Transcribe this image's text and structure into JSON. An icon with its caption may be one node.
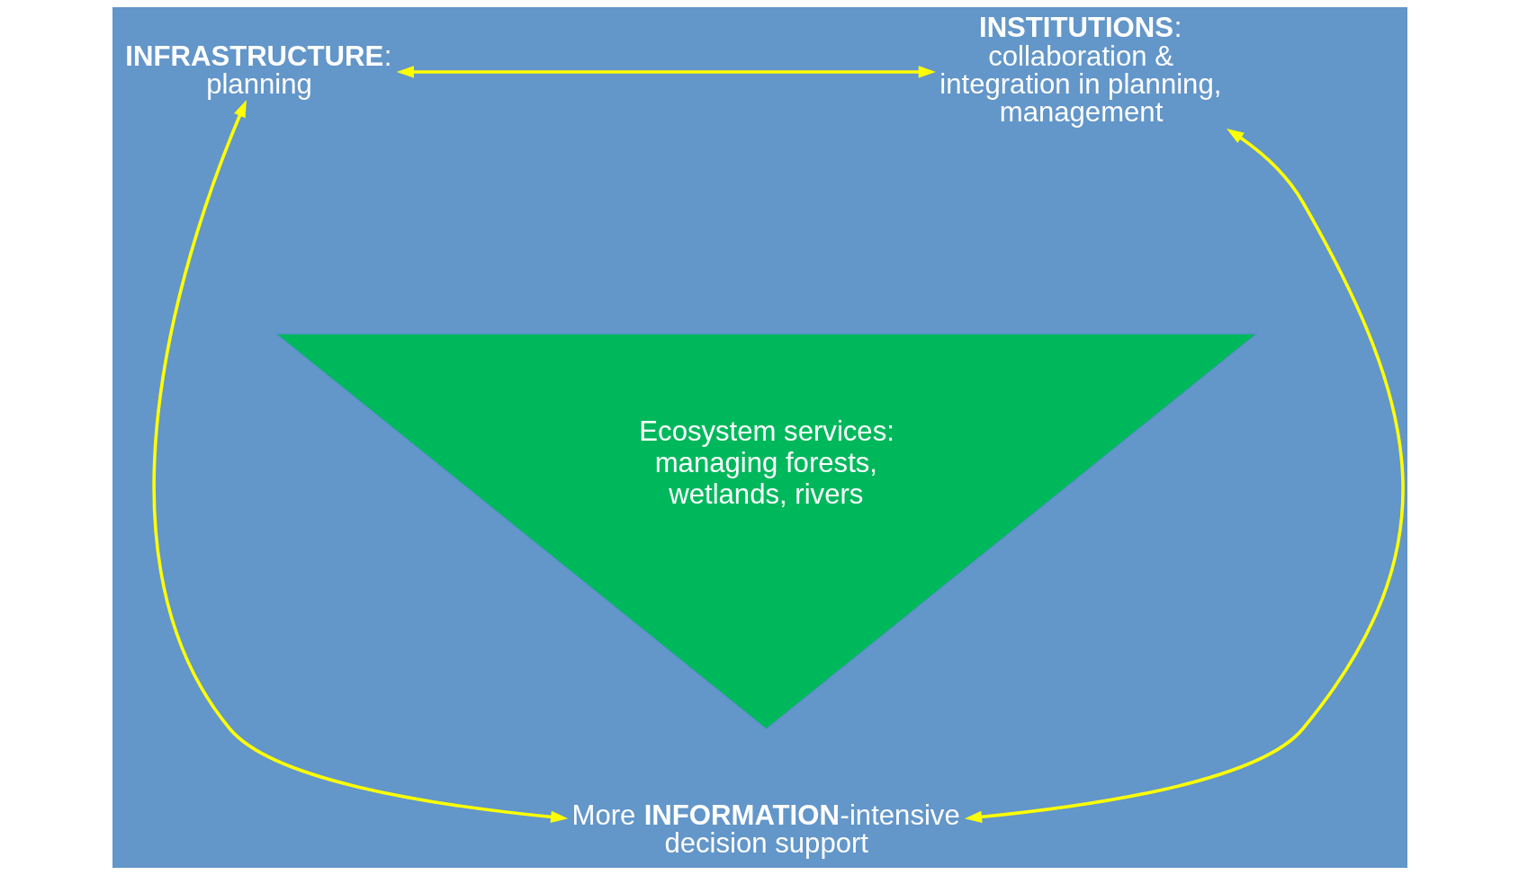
{
  "diagram": {
    "nodes": [
      {
        "text": [
          "**INFRASTRUCTURE**: planning"
        ]
      },
      {
        "text": [
          "**INSTITUTIONS**: collaboration & integration in planning, management"
        ]
      },
      {
        "text": [
          "Ecosystem services: managing forests, wetlands, rivers"
        ]
      },
      {
        "text": [
          "More **INFORMATION**-intensive decision support"
        ]
      }
    ],
    "edges": [
      {
        "from": 0,
        "to": 1,
        "arrow": "both"
      },
      {
        "from": 0,
        "to": 3,
        "arrow": "both"
      },
      {
        "from": 1,
        "to": 3,
        "arrow": "both"
      }
    ]
  }
}
